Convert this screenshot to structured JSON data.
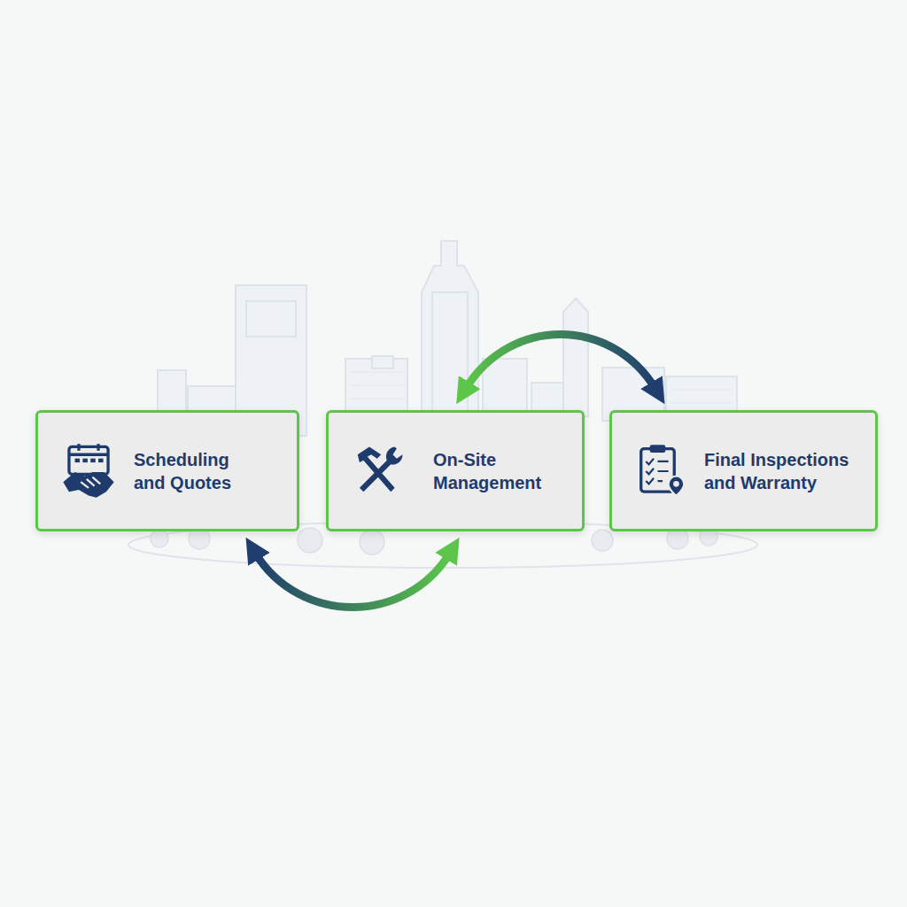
{
  "diagram": {
    "nodes": [
      {
        "text": [
          "Scheduling and Quotes"
        ]
      },
      {
        "text": [
          "On-Site Management"
        ]
      },
      {
        "text": [
          "Final Inspections and Warranty"
        ]
      }
    ],
    "edges": [
      {
        "from": 0,
        "to": 1,
        "arrow": "both"
      },
      {
        "from": 1,
        "to": 2,
        "arrow": "both"
      }
    ]
  }
}
